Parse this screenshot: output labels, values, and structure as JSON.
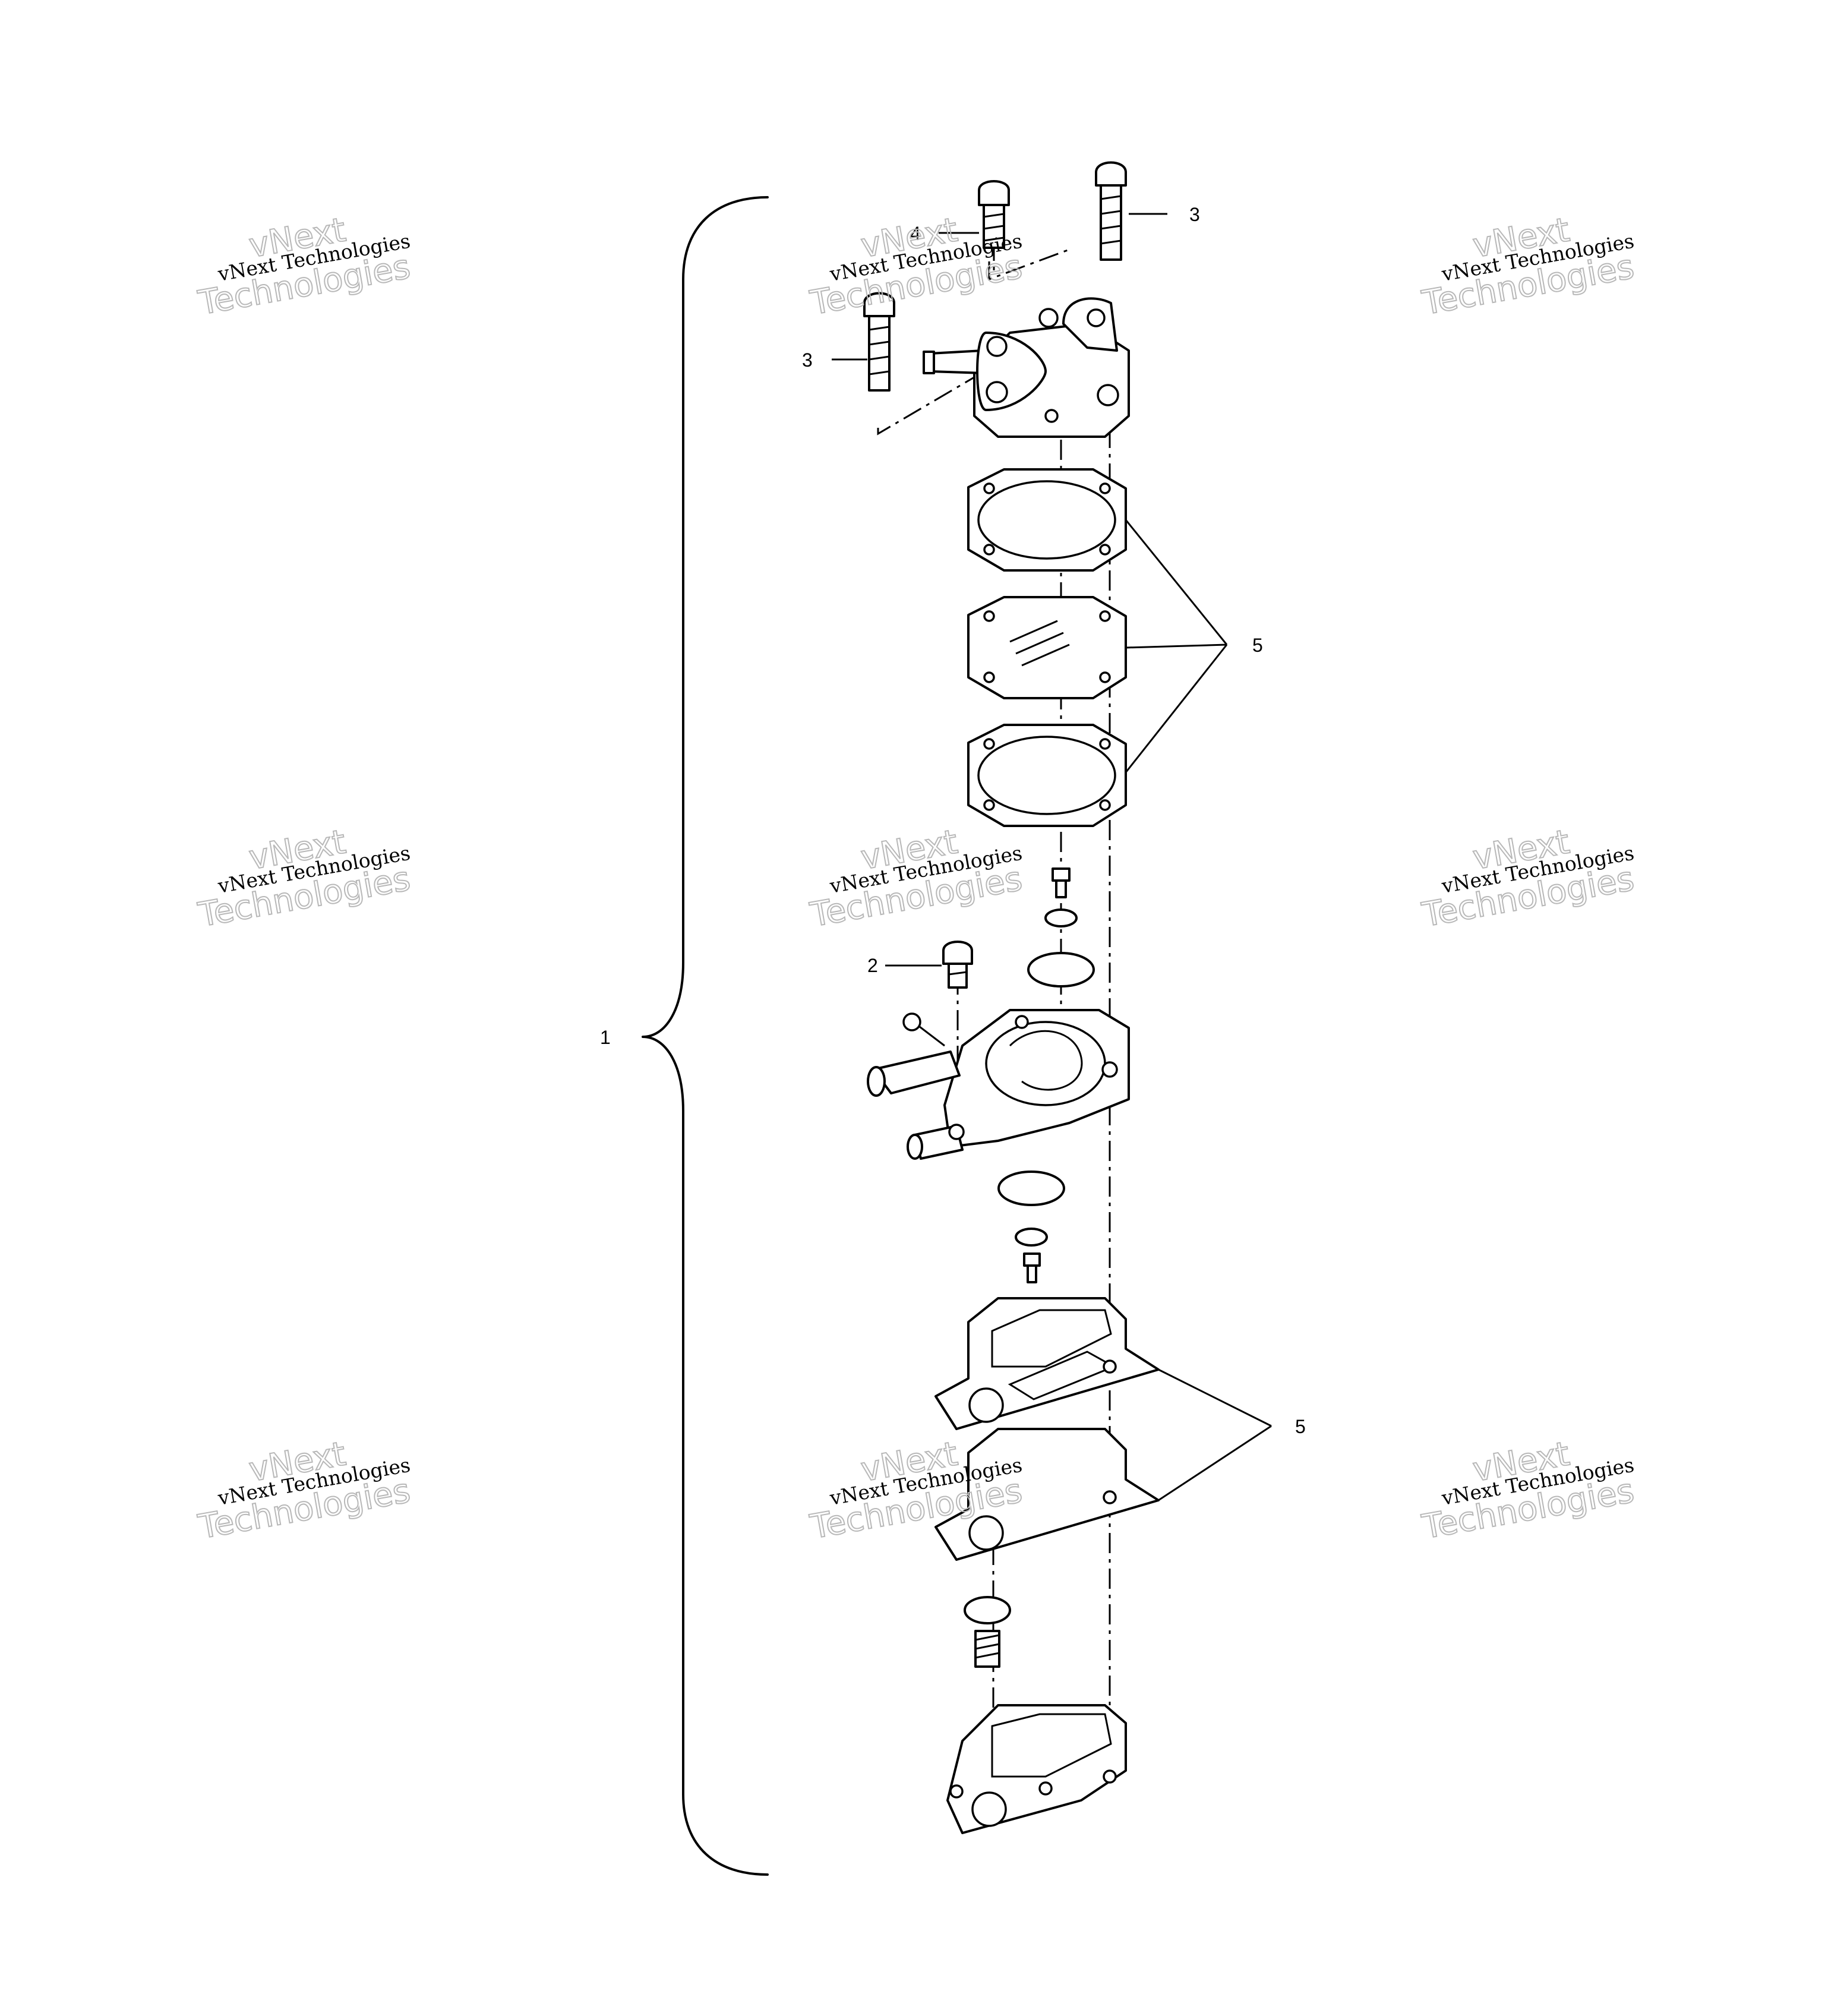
{
  "diagram": {
    "callouts": {
      "assembly": "1",
      "screw_body": "2",
      "screw_top_left": "3",
      "screw_top_right": "3",
      "screw_short": "4",
      "gaskets_upper": "5",
      "gaskets_lower": "5"
    },
    "watermark": {
      "line1": "vNext Technologies",
      "line2": "vNext",
      "line3": "Technologies"
    }
  }
}
